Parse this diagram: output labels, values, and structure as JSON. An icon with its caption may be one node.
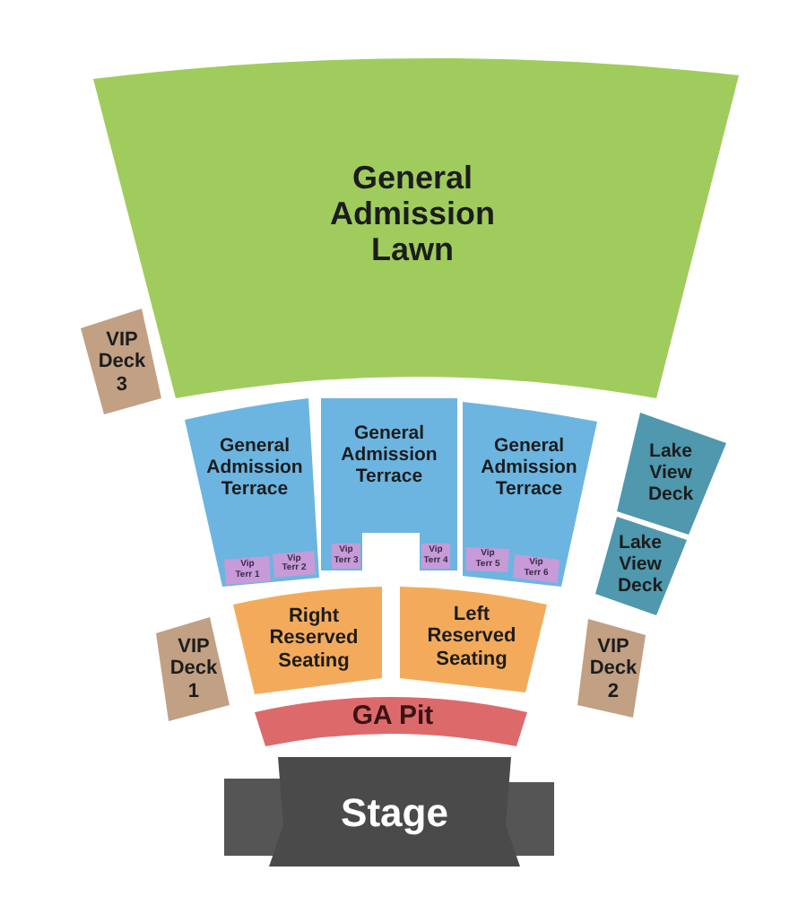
{
  "diagram": {
    "nodes": [
      {
        "text": [
          "General Admission Lawn"
        ]
      },
      {
        "text": [
          "VIP Deck 3"
        ]
      },
      {
        "text": [
          "General Admission Terrace"
        ]
      },
      {
        "text": [
          "Vip Terr 1"
        ],
        "in": 2
      },
      {
        "text": [
          "Vip Terr 2"
        ],
        "in": 2
      },
      {
        "text": [
          "General Admission Terrace"
        ]
      },
      {
        "text": [
          "Vip Terr 3"
        ],
        "in": 5
      },
      {
        "text": [
          "Vip Terr 4"
        ],
        "in": 5
      },
      {
        "text": [
          "General Admission Terrace"
        ]
      },
      {
        "text": [
          "Vip Terr 5"
        ],
        "in": 8
      },
      {
        "text": [
          "Vip Terr 6"
        ],
        "in": 8
      },
      {
        "text": [
          "Lake View Deck"
        ]
      },
      {
        "text": [
          "Lake View Deck"
        ]
      },
      {
        "text": [
          "VIP Deck 1"
        ]
      },
      {
        "text": [
          "Right Reserved Seating"
        ]
      },
      {
        "text": [
          "Left Reserved Seating"
        ]
      },
      {
        "text": [
          "VIP Deck 2"
        ]
      },
      {
        "text": [
          "GA Pit"
        ]
      },
      {
        "text": [
          "Stage"
        ]
      }
    ]
  }
}
